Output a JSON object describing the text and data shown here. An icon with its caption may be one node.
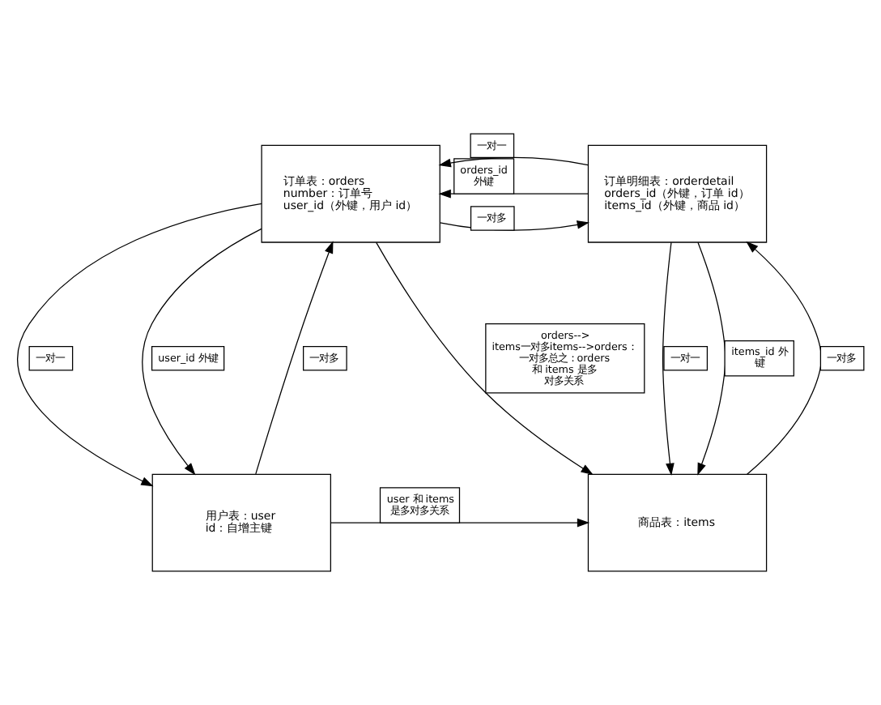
{
  "diagram": {
    "nodes": [
      {
        "text": [
          "订单表：orders",
          "number：订单号",
          "user_id（外键，用户 id）"
        ]
      },
      {
        "text": [
          "订单明细表：orderdetail",
          "orders_id（外键，订单 id）",
          "items_id（外键，商品 id）"
        ]
      },
      {
        "text": [
          "用户表：user",
          "id：自增主键"
        ]
      },
      {
        "text": [
          "商品表：items"
        ]
      }
    ],
    "edges": [
      {
        "from": 0,
        "to": 1,
        "arrow": "to",
        "label": "一对多"
      },
      {
        "from": 1,
        "to": 0,
        "arrow": "to",
        "label": "orders_id 外键"
      },
      {
        "from": 1,
        "to": 0,
        "arrow": "to",
        "label": "一对一"
      },
      {
        "from": 0,
        "to": 2,
        "arrow": "to",
        "label": "一对一"
      },
      {
        "from": 0,
        "to": 2,
        "arrow": "to",
        "label": "user_id 外键"
      },
      {
        "from": 2,
        "to": 0,
        "arrow": "to",
        "label": "一对多"
      },
      {
        "from": 0,
        "to": 3,
        "arrow": "to",
        "label": "orders--> items一对多items-->orders：一对多总之：orders 和 items 是多对多关系"
      },
      {
        "from": 1,
        "to": 3,
        "arrow": "to",
        "label": "一对一"
      },
      {
        "from": 1,
        "to": 3,
        "arrow": "to",
        "label": "items_id 外键"
      },
      {
        "from": 3,
        "to": 1,
        "arrow": "to",
        "label": "一对多"
      },
      {
        "from": 2,
        "to": 3,
        "arrow": "to",
        "label": "user 和 items 是多对多关系"
      }
    ]
  }
}
